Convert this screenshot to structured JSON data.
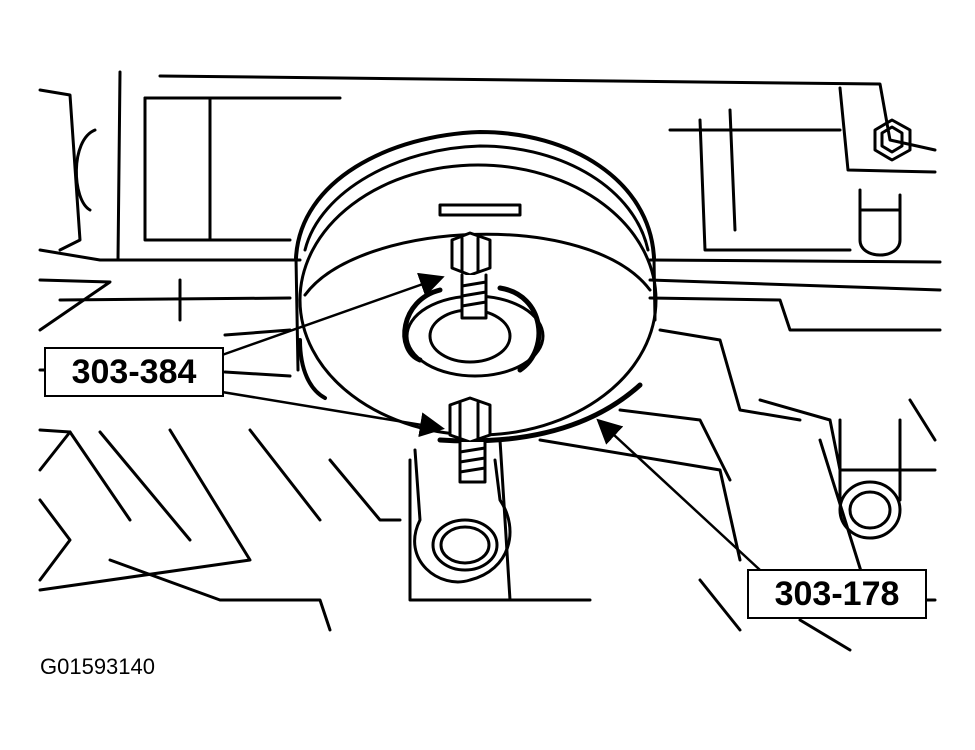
{
  "callouts": {
    "tool_303_384": "303-384",
    "tool_303_178": "303-178"
  },
  "figure_id": "G01593140",
  "icons": [
    "bolt-icon",
    "pulley-icon",
    "arrow-icon"
  ]
}
